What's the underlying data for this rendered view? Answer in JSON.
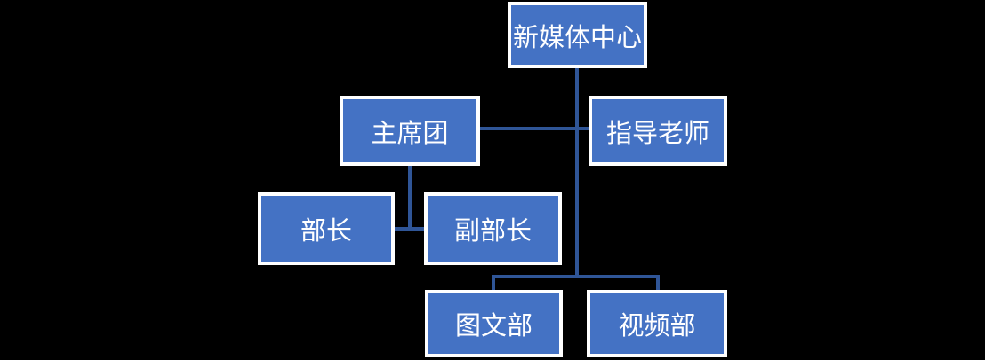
{
  "diagram": {
    "type": "org-chart",
    "background_color": "#000000",
    "node_fill_color": "#4472C4",
    "node_border_color": "#FFFFFF",
    "node_text_color": "#FFFFFF",
    "connector_color": "#2F5597",
    "nodes": [
      {
        "id": "root",
        "label": "新媒体中心"
      },
      {
        "id": "presidium",
        "label": "主席团"
      },
      {
        "id": "advisor",
        "label": "指导老师"
      },
      {
        "id": "minister",
        "label": "部长"
      },
      {
        "id": "vice_minister",
        "label": "副部长"
      },
      {
        "id": "graphics_dept",
        "label": "图文部"
      },
      {
        "id": "video_dept",
        "label": "视频部"
      }
    ],
    "edges": [
      {
        "from": "root",
        "to": "graphics_dept"
      },
      {
        "from": "root",
        "to": "video_dept"
      },
      {
        "from": "presidium",
        "to": "advisor"
      },
      {
        "from": "presidium",
        "to": "minister"
      },
      {
        "from": "presidium",
        "to": "vice_minister"
      },
      {
        "from": "minister",
        "to": "vice_minister"
      }
    ]
  }
}
